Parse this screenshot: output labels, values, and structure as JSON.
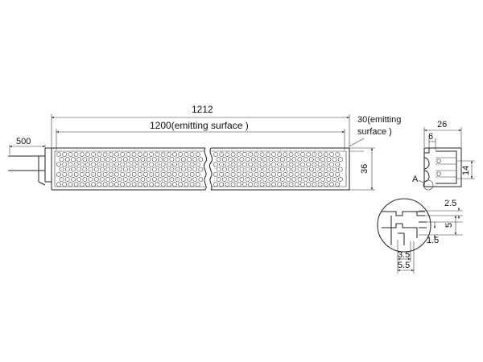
{
  "drawing": {
    "length_overall": "1212",
    "length_emitting": "1200(emitting surface )",
    "cable_length": "500",
    "height": "36",
    "emitting_width_line1": "30(emitting",
    "emitting_width_line2": "surface )",
    "profile_width": "26",
    "profile_offset": "6",
    "profile_height": "14",
    "detail_marker": "A",
    "detail_dim_a": "2.5",
    "detail_dim_b": "5",
    "detail_dim_c": "1.5",
    "detail_dim_d": "3.5",
    "detail_dim_e": "5.5"
  },
  "colors": {
    "line": "#222222",
    "background": "#ffffff"
  }
}
